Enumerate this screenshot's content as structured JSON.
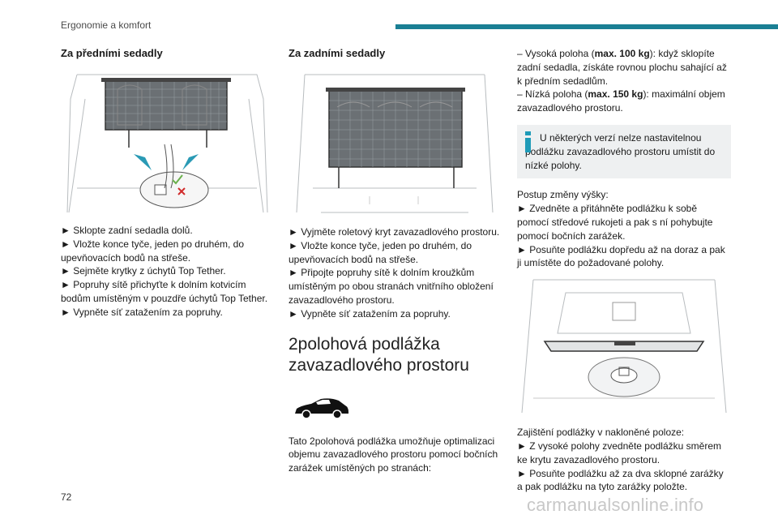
{
  "header": {
    "section": "Ergonomie a komfort",
    "accent_color": "#1a7f94"
  },
  "col1": {
    "heading": "Za předními sedadly",
    "steps": [
      "► Sklopte zadní sedadla dolů.",
      "► Vložte konce tyče, jeden po druhém, do upevňovacích bodů na střeše.",
      "► Sejměte krytky z úchytů Top Tether.",
      "► Popruhy sítě přichyťte k dolním kotvicím bodům umístěným v pouzdře úchytů Top Tether.",
      "► Vypněte síť zatažením za popruhy."
    ]
  },
  "col2": {
    "heading": "Za zadními sedadly",
    "steps": [
      "► Vyjměte roletový kryt zavazadlového prostoru.",
      "► Vložte konce tyče, jeden po druhém, do upevňovacích bodů na střeše.",
      "► Připojte popruhy sítě k dolním kroužkům umístěným po obou stranách vnitřního obložení zavazadlového prostoru.",
      "► Vypněte síť zatažením za popruhy."
    ],
    "section_title": "2polohová podlážka zavazadlového prostoru",
    "intro": "Tato 2polohová podlážka umožňuje optimalizaci objemu zavazadlového prostoru pomocí bočních zarážek umístěných po stranách:"
  },
  "col3": {
    "high": {
      "prefix": "– Vysoká poloha (",
      "bold": "max. 100 kg",
      "suffix": "): když sklopíte zadní sedadla, získáte rovnou plochu sahající až k předním sedadlům."
    },
    "low": {
      "prefix": "– Nízká poloha (",
      "bold": "max. 150 kg",
      "suffix": "): maximální objem zavazadlového prostoru."
    },
    "note": "U některých verzí nelze nastavitelnou podlážku zavazadlového prostoru umístit do nízké polohy.",
    "change_steps": [
      "Postup změny výšky:",
      "► Zvedněte a přitáhněte podlážku k sobě pomocí středové rukojeti a pak s ní pohybujte pomocí bočních zarážek.",
      "► Posuňte podlážku dopředu až na doraz a pak ji umístěte do požadované polohy."
    ],
    "tilt_steps": [
      "Zajištění podlážky v nakloněné poloze:",
      "► Z vysoké polohy zvedněte podlážku směrem ke krytu zavazadlového prostoru.",
      "► Posuňte podlážku až za dva sklopné zarážky a pak podlážku na tyto zarážky položte."
    ]
  },
  "footer": {
    "page": "72",
    "watermark": "carmanualsonline.info"
  }
}
